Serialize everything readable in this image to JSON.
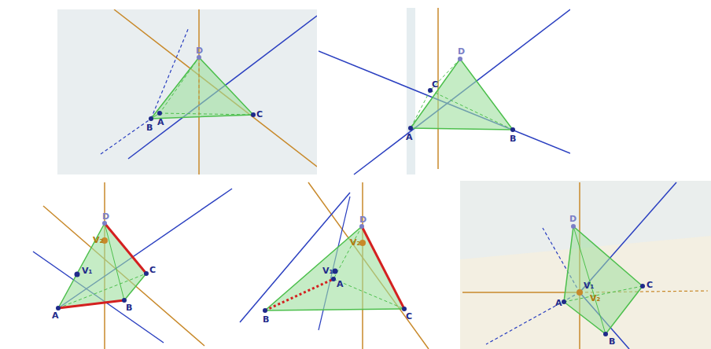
{
  "diagram": {
    "labels": [
      "D",
      "B",
      "A",
      "C",
      "D",
      "C",
      "A",
      "B",
      "D",
      "V₂",
      "V₁",
      "C",
      "A",
      "B",
      "D",
      "V₂",
      "V₁",
      "B",
      "A",
      "C",
      "D",
      "V₁",
      "V₂",
      "A",
      "C",
      "B"
    ]
  }
}
